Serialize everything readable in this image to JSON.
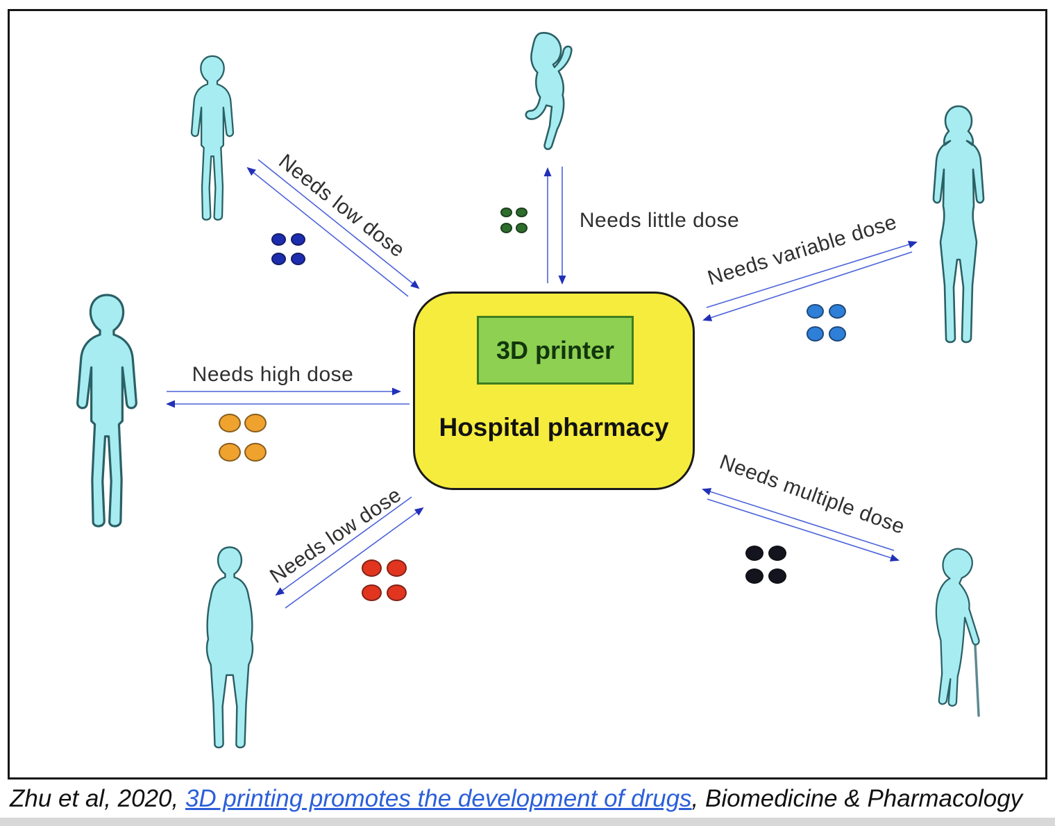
{
  "diagram": {
    "center": {
      "printer_label": "3D printer",
      "pharmacy_label": "Hospital pharmacy"
    },
    "patients": [
      {
        "name": "child",
        "label": "Needs low dose",
        "dose_dot_color": "#1d2db0"
      },
      {
        "name": "baby",
        "label": "Needs little dose",
        "dose_dot_color": "#2d6e2d"
      },
      {
        "name": "adult-woman",
        "label": "Needs variable dose",
        "dose_dot_color": "#2e7fd8"
      },
      {
        "name": "adult-man",
        "label": "Needs high dose",
        "dose_dot_color": "#efa22e"
      },
      {
        "name": "pregnant-woman",
        "label": "Needs low dose",
        "dose_dot_color": "#e23520"
      },
      {
        "name": "elderly-person",
        "label": "Needs multiple dose",
        "dose_dot_color": "#14141f"
      }
    ]
  },
  "colors": {
    "figure_fill": "#a7ecf0",
    "figure_stroke": "#2a6066",
    "cane": "#5d898f",
    "arrow_line": "#4a62d8",
    "arrow_head": "#2230b8",
    "pharmacy_box": "#f6ec3d",
    "pharmacy_border": "#1a1a1a",
    "printer_box": "#8ed052",
    "printer_border": "#3e7d20",
    "printer_text": "#12360c",
    "label_text": "#2f2f2f",
    "link": "#2b5fd9",
    "caption_text": "#111111"
  },
  "caption": {
    "prefix": "Zhu et al, 2020, ",
    "link_text": "3D printing promotes the development of drugs",
    "suffix": ", Biomedicine & Pharmacology"
  }
}
